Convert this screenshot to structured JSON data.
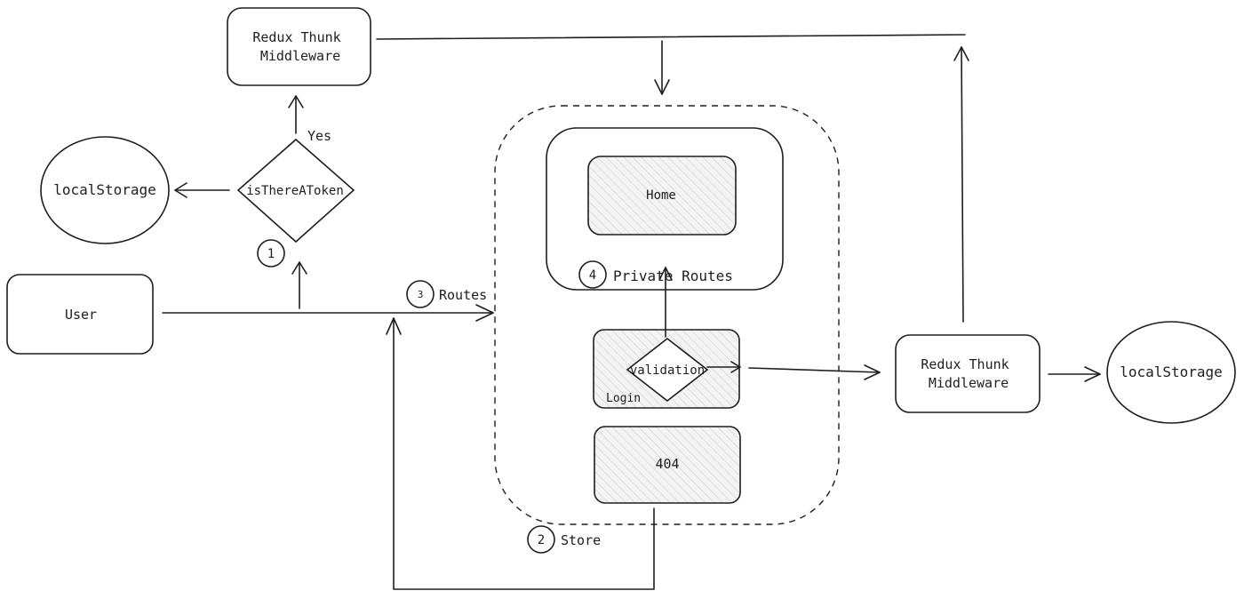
{
  "nodes": {
    "redux_top": {
      "line1": "Redux Thunk",
      "line2": "Middleware"
    },
    "local_storage_left": {
      "label": "localStorage"
    },
    "decision_token": {
      "label": "isThereAToken"
    },
    "user": {
      "label": "User"
    },
    "home": {
      "label": "Home"
    },
    "private_routes": {
      "label": "Private Routes"
    },
    "login": {
      "label": "Login"
    },
    "validation": {
      "label": "validation"
    },
    "not_found": {
      "label": "404"
    },
    "redux_right": {
      "line1": "Redux Thunk",
      "line2": "Middleware"
    },
    "local_storage_right": {
      "label": "localStorage"
    }
  },
  "edge_labels": {
    "yes": "Yes",
    "routes": "Routes",
    "store": "Store"
  },
  "step_badges": {
    "one": "1",
    "two": "2",
    "three": "3",
    "four": "4"
  }
}
